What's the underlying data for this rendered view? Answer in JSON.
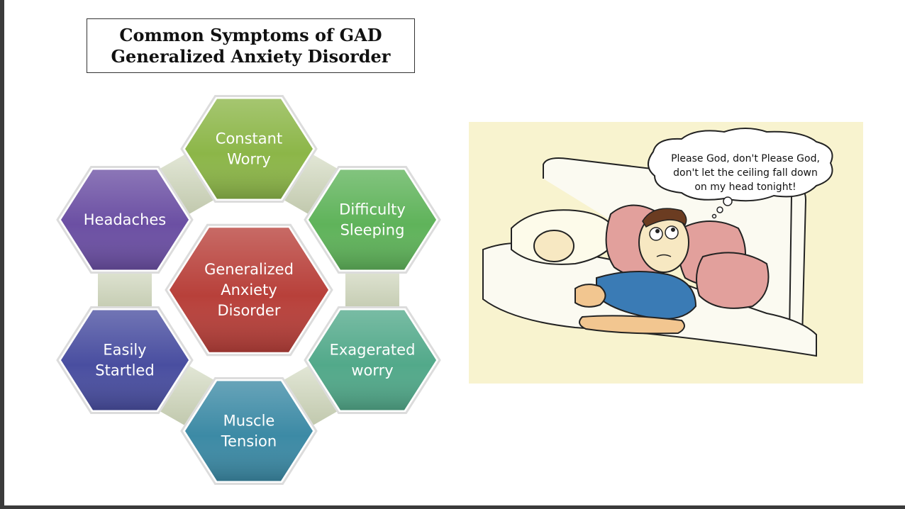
{
  "title": {
    "line1": "Common Symptoms of GAD",
    "line2": "Generalized Anxiety Disorder"
  },
  "diagram": {
    "center": {
      "lines": [
        "Generalized",
        "Anxiety",
        "Disorder"
      ],
      "color": "#b8403a"
    },
    "nodes": [
      {
        "id": "constant-worry",
        "lines": [
          "Constant",
          "Worry"
        ],
        "color": "#8cb648"
      },
      {
        "id": "difficulty-sleeping",
        "lines": [
          "Difficulty",
          "Sleeping"
        ],
        "color": "#5fb35a"
      },
      {
        "id": "exagerated-worry",
        "lines": [
          "Exagerated",
          "worry"
        ],
        "color": "#52a98a"
      },
      {
        "id": "muscle-tension",
        "lines": [
          "Muscle",
          "Tension"
        ],
        "color": "#3c8aa5"
      },
      {
        "id": "easily-startled",
        "lines": [
          "Easily",
          "Startled"
        ],
        "color": "#494ea0"
      },
      {
        "id": "headaches",
        "lines": [
          "Headaches"
        ],
        "color": "#6b4fa3"
      }
    ]
  },
  "cartoon": {
    "speech_lines": [
      "Please God, don't Please God,",
      "don't let the ceiling fall down",
      "on my head tonight!"
    ],
    "background_color": "#f8f3cf"
  }
}
